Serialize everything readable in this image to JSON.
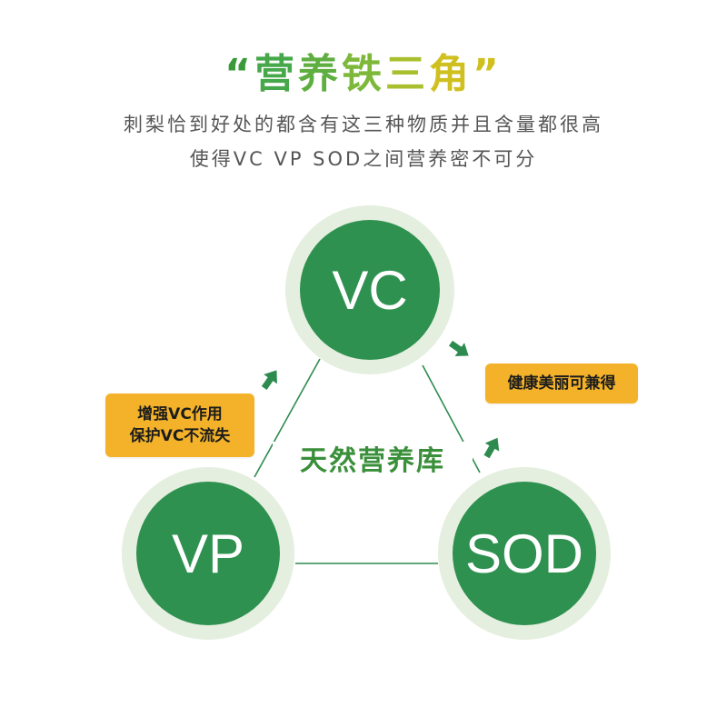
{
  "title": {
    "open_quote": "“",
    "close_quote": "”",
    "chars": [
      "营",
      "养",
      "铁",
      "三",
      "角"
    ],
    "gradient_colors": [
      "#46a84a",
      "#5fae40",
      "#7db83a",
      "#a9bf2e",
      "#cfc020"
    ]
  },
  "subtitle": {
    "line1": "刺梨恰到好处的都含有这三种物质并且含量都很高",
    "line2": "使得VC VP SOD之间营养密不可分"
  },
  "diagram": {
    "center_label": "天然营养库",
    "nodes": {
      "top": "VC",
      "left": "VP",
      "right": "SOD"
    },
    "badges": {
      "left": [
        "增强VC作用",
        "保护VC不流失"
      ],
      "right": [
        "健康美丽可兼得"
      ]
    }
  },
  "colors": {
    "node_fill": "#2e9150",
    "node_ring": "#e5efdf",
    "connector": "#2e8b4f",
    "badge": "#f3b229",
    "center_label": "#3a8f3a"
  }
}
